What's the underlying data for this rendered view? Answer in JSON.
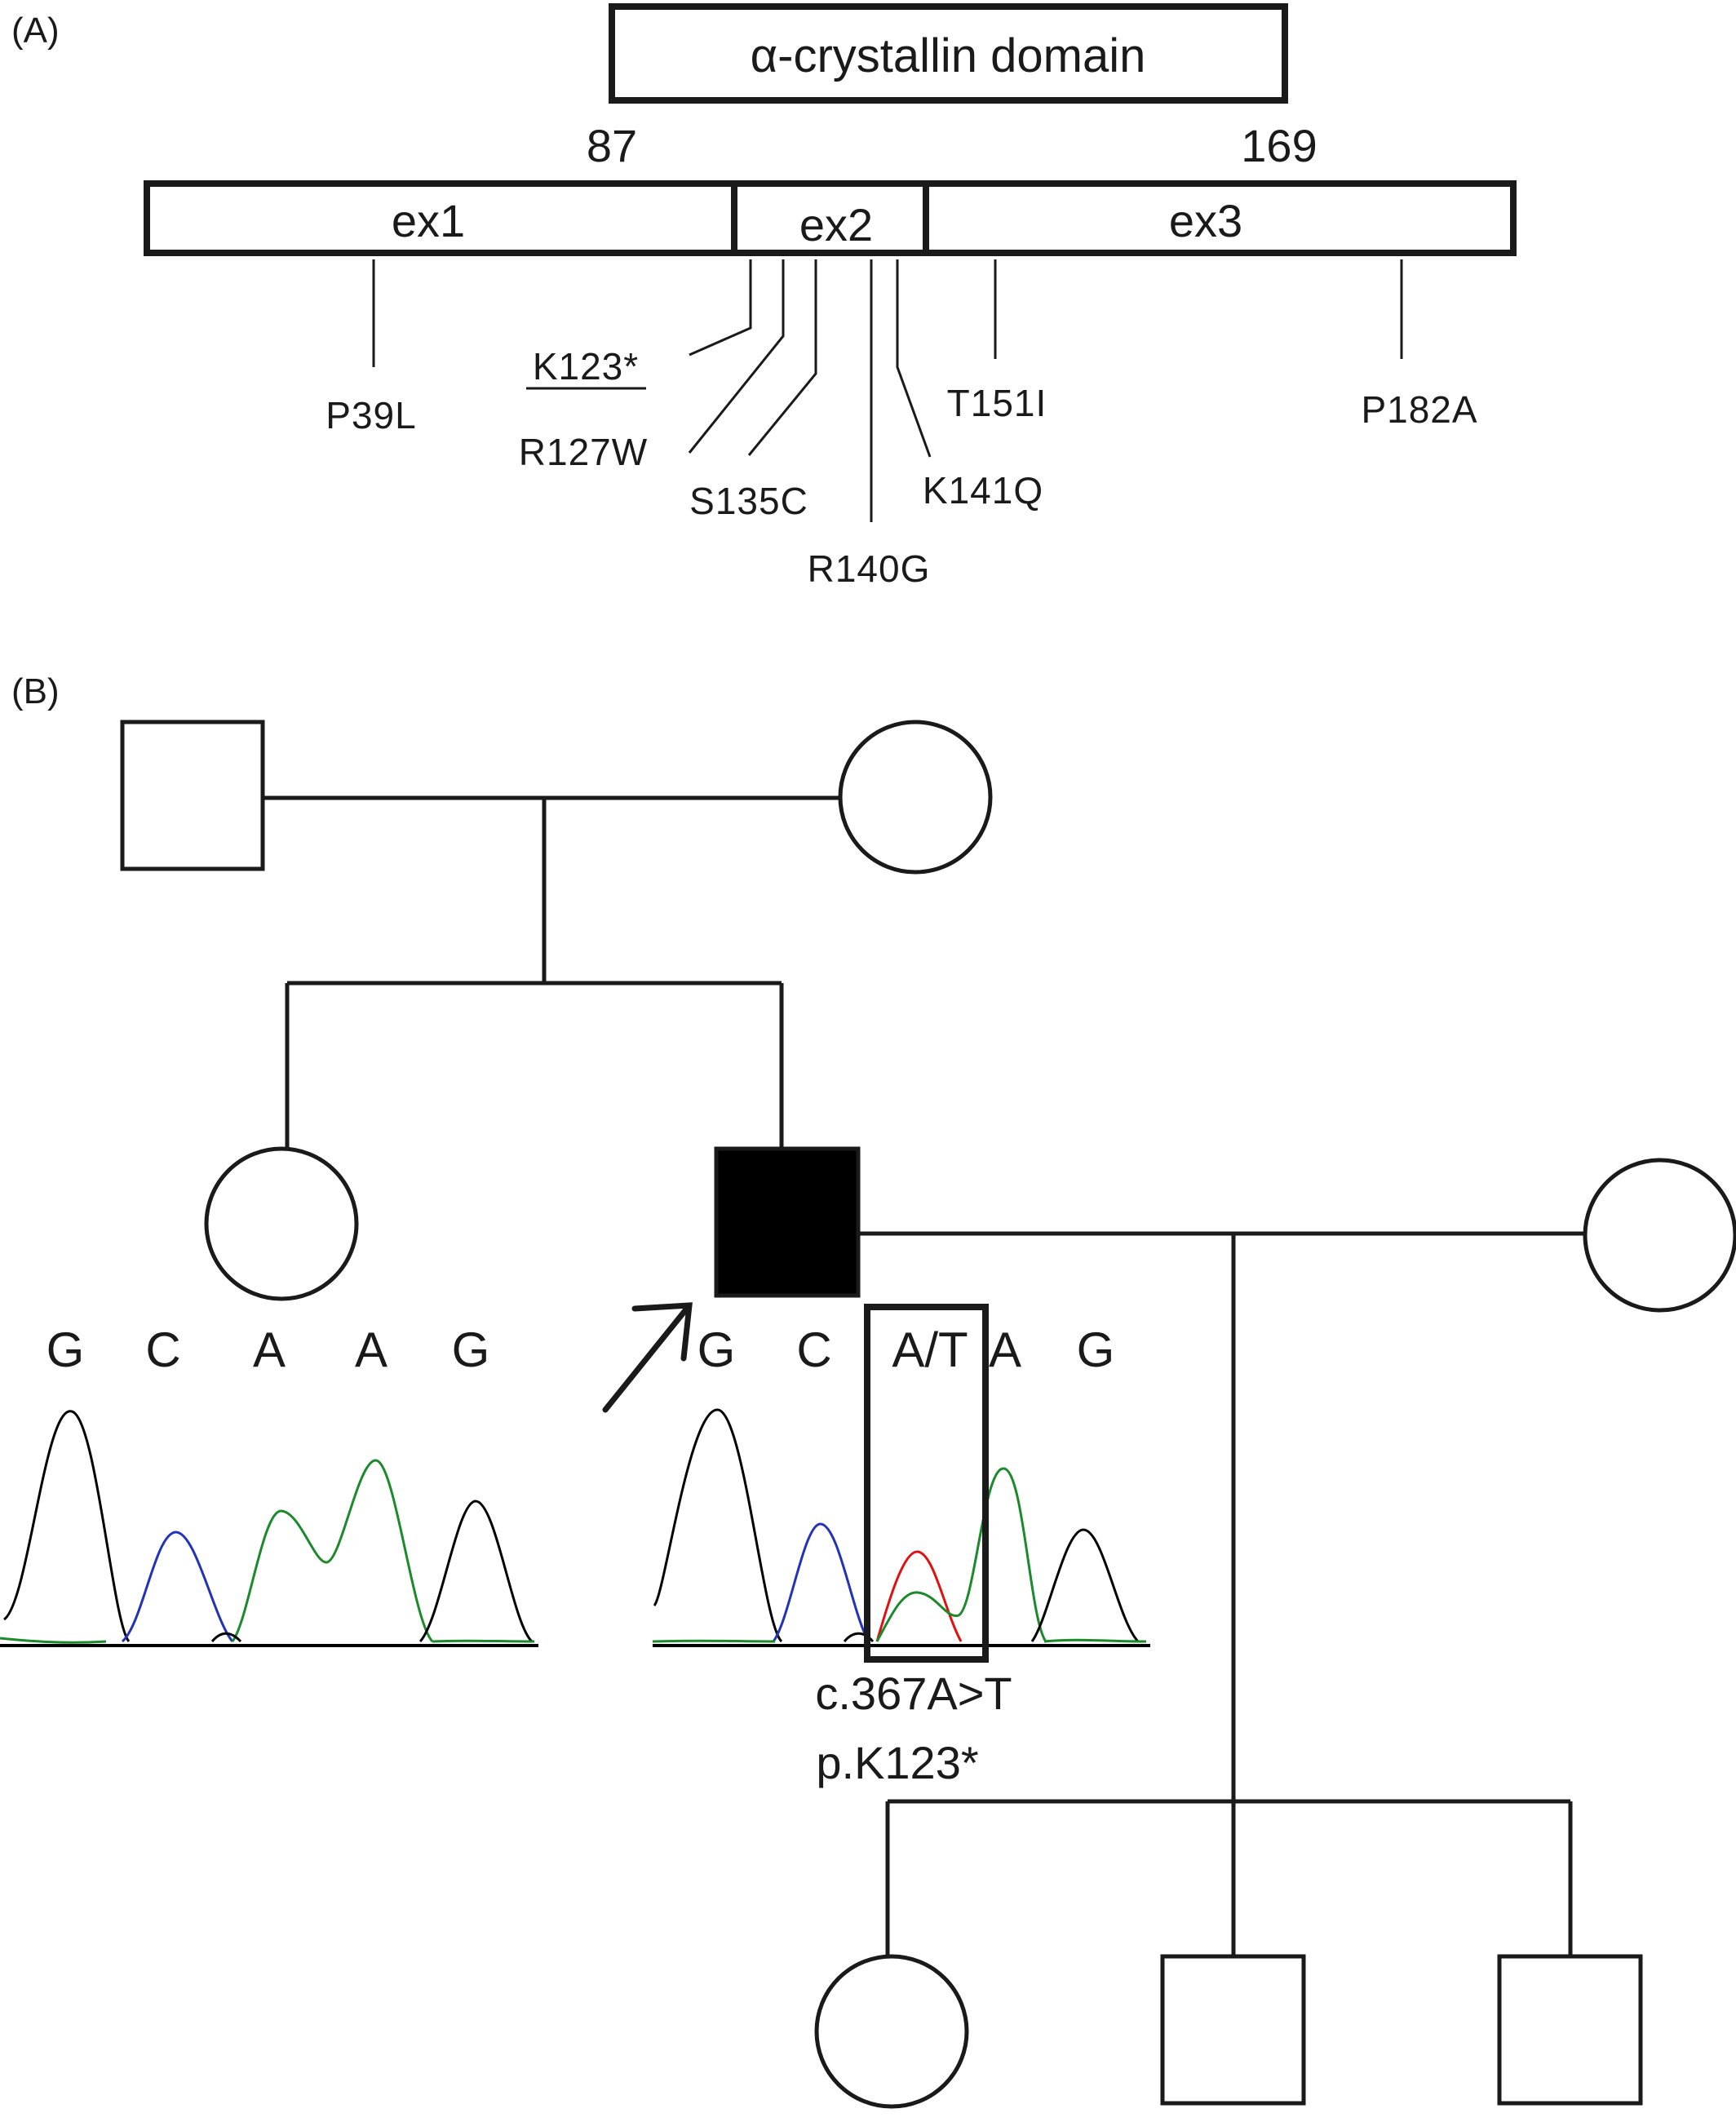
{
  "panel_a": {
    "label": "(A)",
    "domain_label": "α-crystallin domain",
    "domain_start": "87",
    "domain_end": "169",
    "exons": [
      "ex1",
      "ex2",
      "ex3"
    ],
    "mutations": [
      "P39L",
      "K123*",
      "R127W",
      "S135C",
      "R140G",
      "K141Q",
      "T151I",
      "P182A"
    ]
  },
  "panel_b": {
    "label": "(B)",
    "control_bases": [
      "G",
      "C",
      "A",
      "A",
      "G"
    ],
    "proband_bases": [
      "G",
      "C",
      "A/T",
      "A",
      "G"
    ],
    "variant_cdna": "c.367A>T",
    "variant_protein": "p.K123*",
    "trace_colors": {
      "G": "#000000",
      "C": "#2233bb",
      "A": "#1a8a2a",
      "T": "#e01010"
    }
  }
}
